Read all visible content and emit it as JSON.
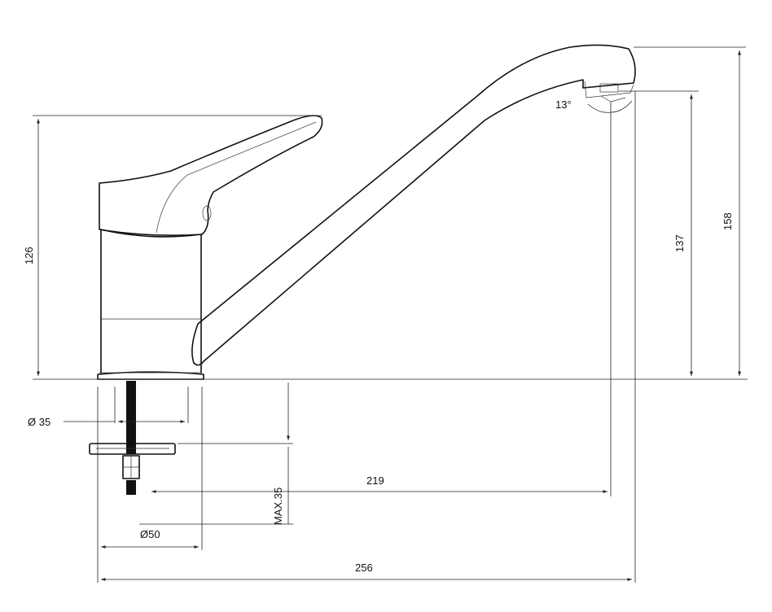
{
  "dimensions": {
    "overall_width": "256",
    "spout_reach": "219",
    "base_diameter": "Ø50",
    "hole_diameter": "Ø 35",
    "lever_height": "126",
    "outlet_height": "137",
    "total_height": "158",
    "max_deck_thickness": "MAX.35",
    "swivel_angle": "13°"
  },
  "colors": {
    "line": "#111111",
    "background": "#ffffff"
  }
}
